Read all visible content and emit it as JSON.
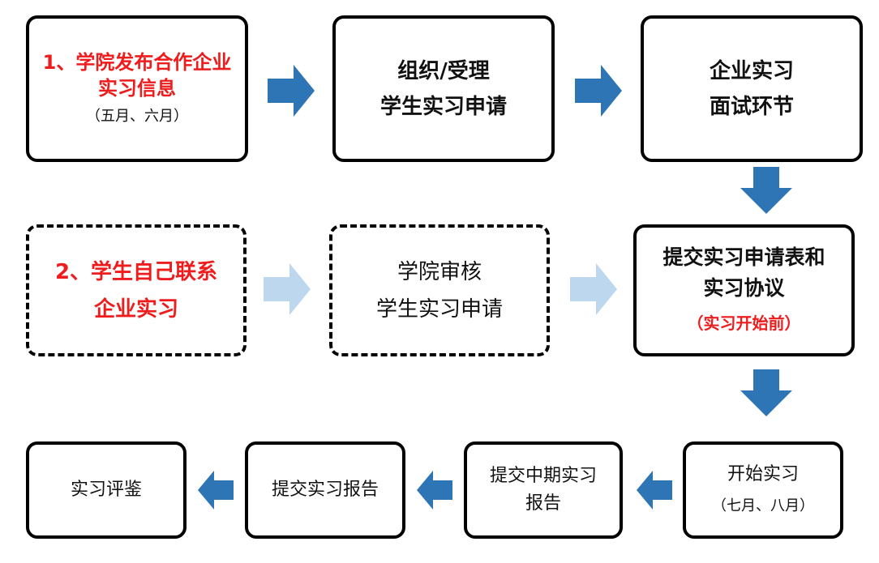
{
  "colors": {
    "arrow_solid": "#2e75b6",
    "arrow_light": "#bdd7ee",
    "highlight_text": "#ee1c1c"
  },
  "box1": {
    "line1": "1、学院发布合作企业",
    "line2": "实习信息",
    "line3": "（五月、六月）"
  },
  "box2": {
    "line1": "组织/受理",
    "line2": "学生实习申请"
  },
  "box3": {
    "line1": "企业实习",
    "line2": "面试环节"
  },
  "box4": {
    "line1": "2、学生自己联系",
    "line2": "企业实习"
  },
  "box5": {
    "line1": "学院审核",
    "line2": "学生实习申请"
  },
  "box6": {
    "line1": "提交实习申请表和",
    "line2": "实习协议",
    "line3": "（实习开始前）"
  },
  "box7": {
    "line1": "开始实习",
    "line2": "（七月、八月）"
  },
  "box8": {
    "line1": "提交中期实习",
    "line2": "报告"
  },
  "box9": {
    "line1": "提交实习报告"
  },
  "box10": {
    "line1": "实习评鉴"
  }
}
